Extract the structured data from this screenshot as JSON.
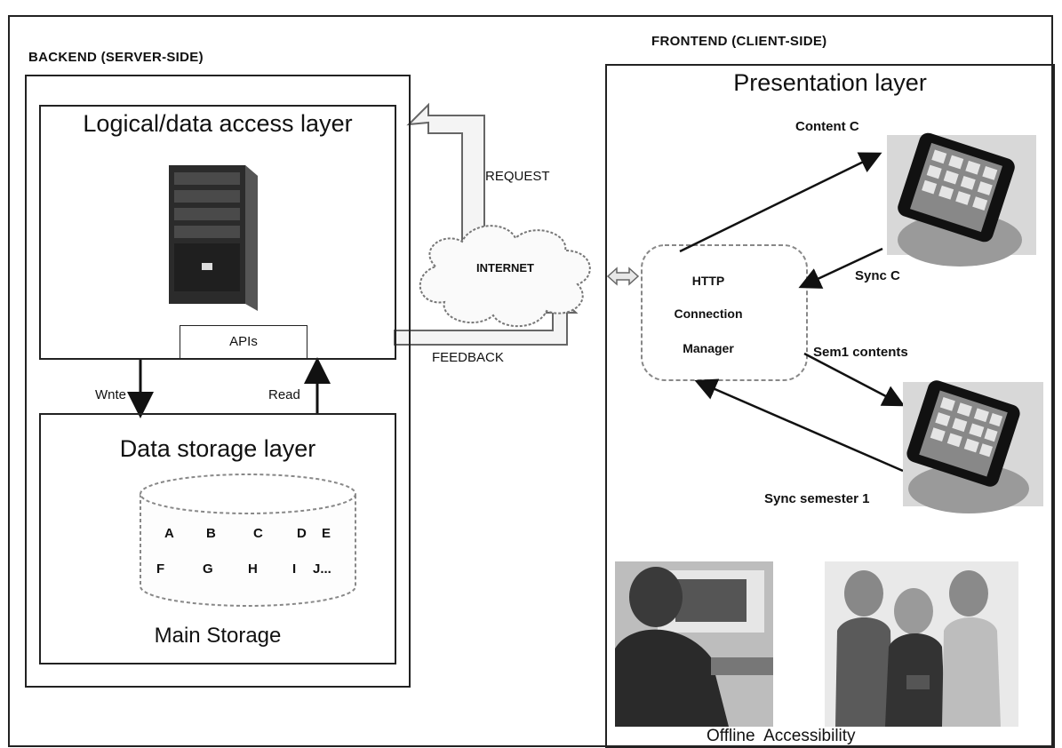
{
  "backend": {
    "heading": "BACKEND (SERVER-SIDE)",
    "logical_layer_title": "Logical/data access layer",
    "apis_label": "APIs",
    "write_label": "Wnte",
    "read_label": "Read",
    "storage_layer_title": "Data storage layer",
    "storage_letters_row1": [
      "A",
      "B",
      "C",
      "D",
      "E"
    ],
    "storage_letters_row2": [
      "F",
      "G",
      "H",
      "I",
      "J..."
    ],
    "main_storage_label": "Main Storage"
  },
  "network": {
    "request_label": "REQUEST",
    "internet_label": "INTERNET",
    "feedback_label": "FEEDBACK"
  },
  "frontend": {
    "heading": "FRONTEND (CLIENT-SIDE)",
    "presentation_layer_title": "Presentation layer",
    "content_c_label": "Content C",
    "sync_c_label": "Sync C",
    "sem1_contents_label": "Sem1 contents",
    "sync_semester_label": "Sync semester 1",
    "connection_manager_lines": [
      "HTTP",
      "Connection",
      "Manager"
    ],
    "offline_label": "Offline  Accessibility"
  }
}
